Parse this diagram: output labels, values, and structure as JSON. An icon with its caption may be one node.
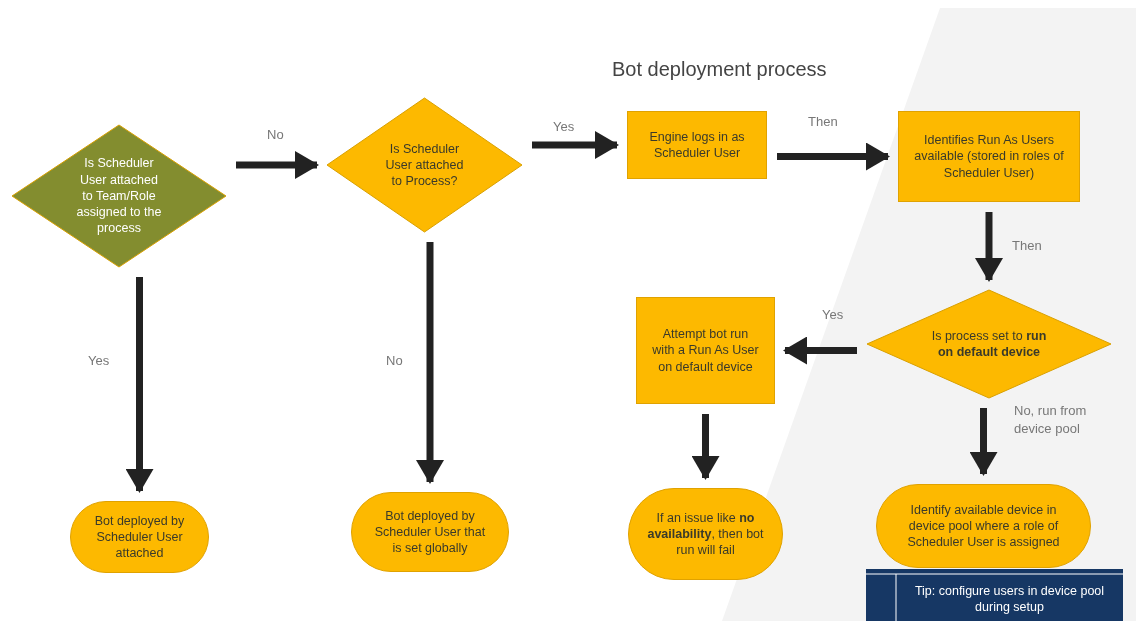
{
  "diagram": {
    "title": "Bot deployment process",
    "nodes": [
      {
        "text": [
          "Is Scheduler User attached to Team/Role assigned to the process"
        ]
      },
      {
        "text": [
          "Is Scheduler User attached to Process?"
        ]
      },
      {
        "text": [
          "Engine logs in as Scheduler User"
        ]
      },
      {
        "text": [
          "Identifies Run As Users available (stored in roles of Scheduler User)"
        ]
      },
      {
        "text": [
          "Is process set to **run on default device**"
        ]
      },
      {
        "text": [
          "Attempt bot run with a Run As User on default device"
        ]
      },
      {
        "text": [
          "If an issue like **no availability**, then bot run will fail"
        ]
      },
      {
        "text": [
          "Identify available device in device pool where a role of Scheduler User is assigned"
        ]
      },
      {
        "text": [
          "Tip: configure users in device pool during setup"
        ]
      },
      {
        "text": [
          "Bot deployed by Scheduler User attached"
        ]
      },
      {
        "text": [
          "Bot deployed by Scheduler User that is set globally"
        ]
      }
    ],
    "edges": [
      {
        "from": 0,
        "to": 1,
        "arrow": "to",
        "label": "No"
      },
      {
        "from": 1,
        "to": 2,
        "arrow": "to",
        "label": "Yes"
      },
      {
        "from": 2,
        "to": 3,
        "arrow": "to",
        "label": "Then"
      },
      {
        "from": 3,
        "to": 4,
        "arrow": "to",
        "label": "Then"
      },
      {
        "from": 4,
        "to": 5,
        "arrow": "to",
        "label": "Yes"
      },
      {
        "from": 4,
        "to": 7,
        "arrow": "to",
        "label": "No, run from device pool"
      },
      {
        "from": 5,
        "to": 6,
        "arrow": "to"
      },
      {
        "from": 0,
        "to": 9,
        "arrow": "to",
        "label": "Yes"
      },
      {
        "from": 1,
        "to": 10,
        "arrow": "to",
        "label": "No"
      }
    ]
  }
}
